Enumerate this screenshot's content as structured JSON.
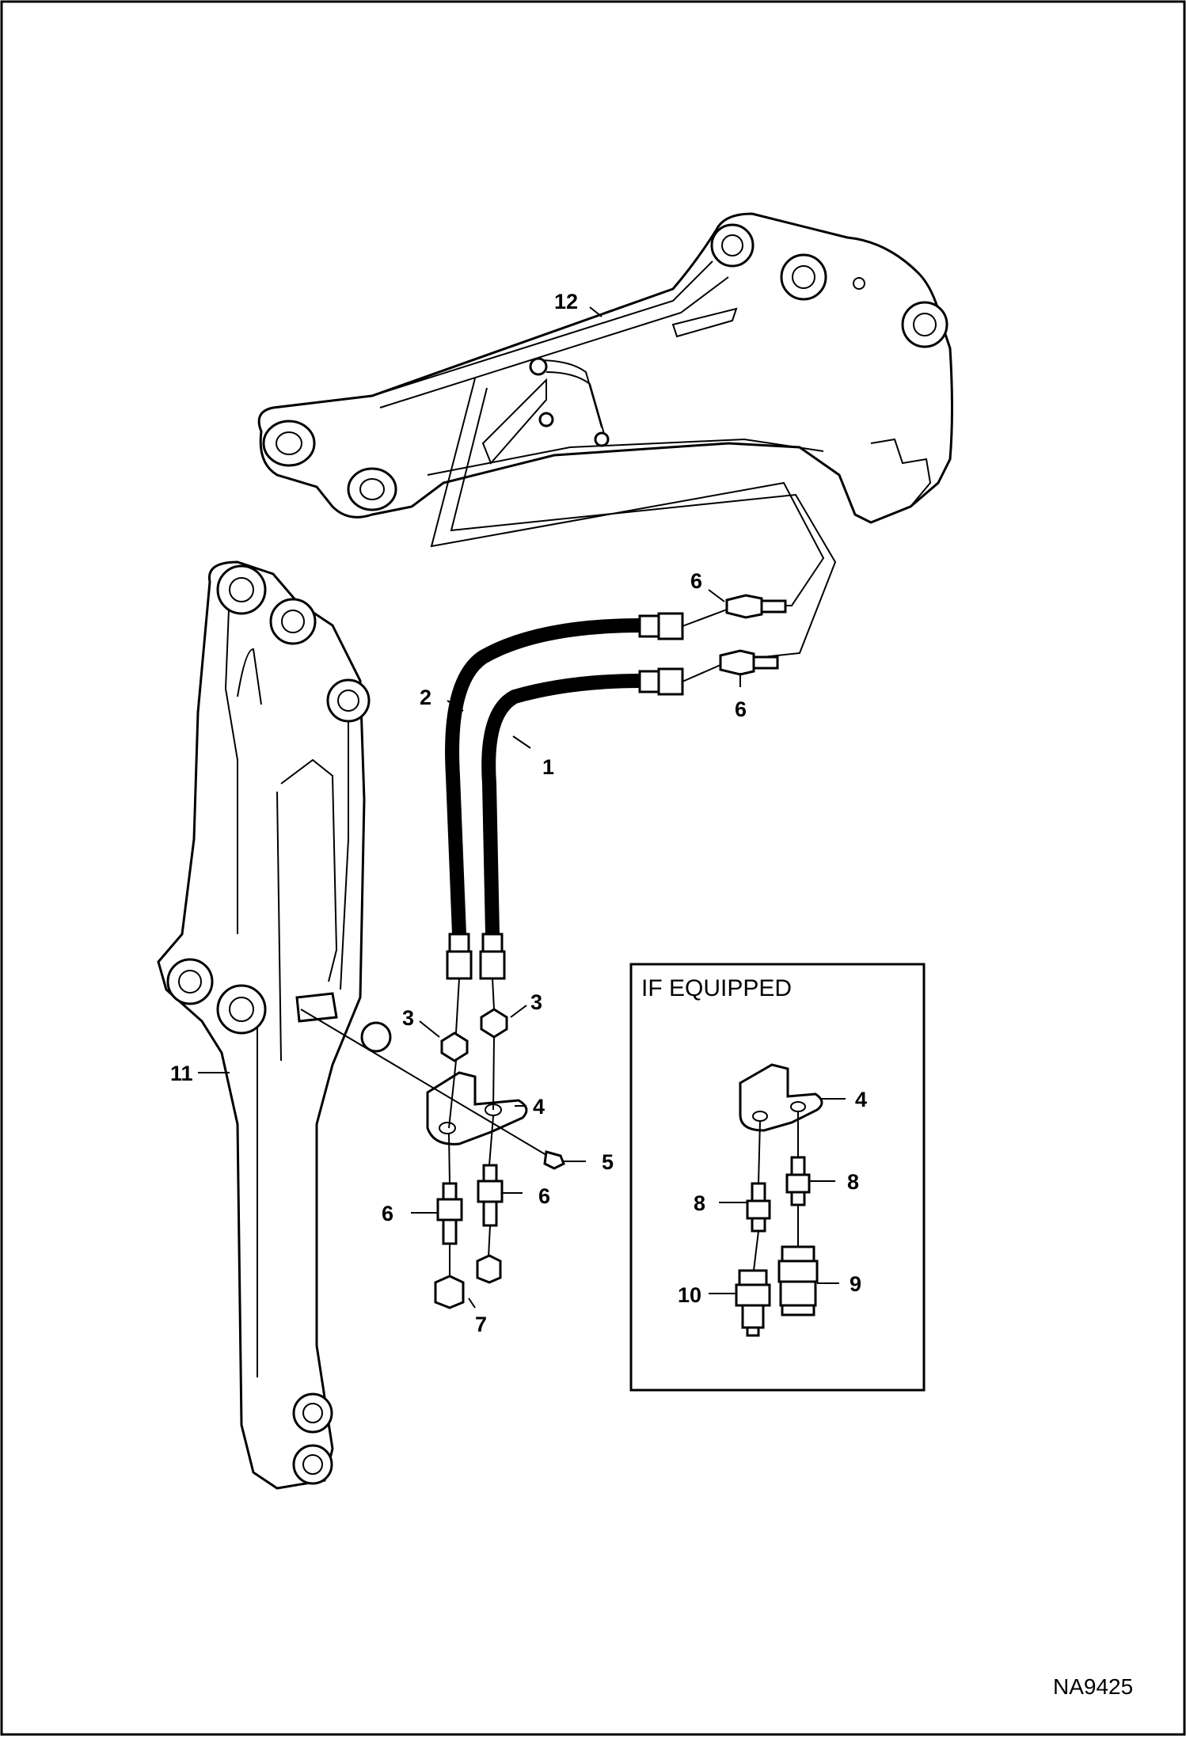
{
  "figure": {
    "code": "NA9425",
    "inset_title": "IF EQUIPPED"
  },
  "callouts": {
    "c12": "12",
    "c11": "11",
    "c2": "2",
    "c1": "1",
    "c6_top": "6",
    "c6_mid": "6",
    "c3_left": "3",
    "c3_right": "3",
    "c4": "4",
    "c5": "5",
    "c6_bl": "6",
    "c6_br": "6",
    "c7": "7",
    "c4_inset": "4",
    "c8_left": "8",
    "c8_right": "8",
    "c10": "10",
    "c9": "9"
  }
}
